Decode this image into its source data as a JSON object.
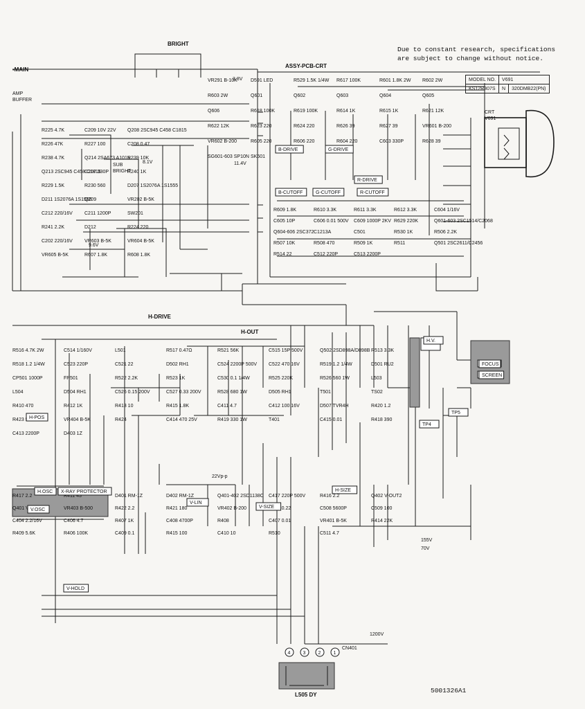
{
  "notice": [
    "Due to constant research, specifications",
    "are subject to change without notice."
  ],
  "model_table": {
    "header": [
      "MODEL NO.",
      "V691"
    ],
    "row": [
      "KS12R307S",
      "N",
      "320DMB22(PN)"
    ]
  },
  "section_labels": {
    "main": "-MAIN",
    "crt": "ASSY-PCB-CRT",
    "amp": [
      "AMP",
      "BUFFER"
    ],
    "h_drive": "H-DRIVE",
    "h_out": "H-OUT",
    "sub_bright": [
      "SUB",
      "BRIGHT"
    ],
    "bright_box": "BRIGHT",
    "crt_name": [
      "CRT",
      "V691"
    ],
    "diagram_code": "5001326A1"
  },
  "boxes": [
    "B-CUTOFF",
    "G-CUTOFF",
    "R-CUTOFF",
    "B-DRIVE",
    "G-DRIVE",
    "R-DRIVE",
    "V-POS",
    "V-LIN",
    "V-SIZE",
    "H-SIZE",
    "H-POS",
    "V-HOLD",
    "TP4",
    "TP5",
    "FOCUS",
    "SCREEN",
    "H.V.",
    "H.OSC",
    "X-RAY PROTECTOR",
    "V.OSC"
  ],
  "components": [
    "VR291 B-10K",
    "D591 LED",
    "R529 1.5K 1/4W",
    "R617 100K",
    "R601 1.8K 2W",
    "R602 2W",
    "R603 2W",
    "Q601",
    "Q602",
    "Q603",
    "Q604",
    "Q605",
    "Q606",
    "R618 100K",
    "R619 100K",
    "R614 1K",
    "R615 1K",
    "R621 12K",
    "R622 12K",
    "R623 220",
    "R624 220",
    "R626 39",
    "R627 39",
    "VR601 B-200",
    "VR602 B-200",
    "R605 220",
    "R606 220",
    "R604 220",
    "C603 330P",
    "R628 39",
    "SG601-603 SP10N",
    "SK601",
    "R225 4.7K",
    "C209 10V 22V",
    "Q208 2SC945 C458 C1815",
    "R226 47K",
    "R227 100",
    "C208 0.47",
    "R238 4.7K",
    "Q214 2SA673 A1015",
    "R239 10K",
    "Q213 2SC945 C458 C1815",
    "C207 330P",
    "R240 1K",
    "R229 1.5K",
    "R230 560",
    "D207 1S2076A 1S1555",
    "D211 1S2076A 1S1555",
    "Q209",
    "VR202 B-5K",
    "C212 220/16V",
    "C211 1200P",
    "SW201",
    "R241 2.2K",
    "D212",
    "R224 220",
    "C202 220/16V",
    "VR603 B-5K",
    "VR604 B-5K",
    "VR605 B-5K",
    "R607 1.8K",
    "R608 1.8K",
    "R609 1.8K",
    "R610 3.3K",
    "R611 3.3K",
    "R612 3.3K",
    "C604 1/16V",
    "C605 10P",
    "C606 0.01 500V",
    "C609 1000P 2KV",
    "R629 220K",
    "Q601-603 2SC1514/C2068",
    "Q604-606 2SC372",
    "C1213A",
    "C501",
    "R530 1K",
    "R506 2.2K",
    "R507 10K",
    "R508 470",
    "R509 1K",
    "R511",
    "Q501 2SC2611/C2456",
    "R514 22",
    "C512 220P",
    "C513 2200P",
    "R516 4.7K 2W",
    "C514 1/160V",
    "L501",
    "R517 0.47Ω",
    "R521 56K",
    "C515 15P 500V",
    "Q502 2SD898A/D898B",
    "R513 3.3K",
    "R518 1.2 1/4W",
    "C523 220P",
    "C521 22",
    "D502 RH1",
    "C524 2200P 500V",
    "C522 470 16V",
    "R519 1.2 1/4W",
    "D501 RU2",
    "CP501 1000P",
    "FP501",
    "R522 2.2K",
    "R523 1K",
    "C530 0.1 1/4W",
    "R525 220K",
    "R526 560 1W",
    "L503",
    "L504",
    "D504 RH1",
    "C526 0.15 200V",
    "C527 0.33 200V",
    "R528 680 1W",
    "D505 RH1",
    "T501",
    "TS02",
    "R410 470",
    "R412 1K",
    "R413 10",
    "R415 1.8K",
    "C411 4.7",
    "C412 100 16V",
    "D507 TVR4H",
    "R420 1.2",
    "R423 560 1W",
    "VR404 B-5K",
    "R424",
    "C414 470 25V",
    "R419 330 1W",
    "T401",
    "C415 0.01",
    "R418 390",
    "C413 2200P",
    "D403 1Z",
    "R417 2.2",
    "R411 43",
    "D401 RM-1Z",
    "D402 RM-1Z",
    "Q401-402 2SD1138C",
    "C417 220P 500V",
    "R416 2.2",
    "Q402 V-OUT2",
    "Q401 V-OUT1",
    "VR403 B-500",
    "R422 2.2",
    "R421 180",
    "VR402 B-200",
    "C505 0.22",
    "C508 5600P",
    "C509 100",
    "C404 2.2/16V",
    "C406 4.7",
    "R407 1K",
    "C408 4700P",
    "R408",
    "C407 0.01",
    "VR401 B-5K",
    "R414 22K",
    "R409 5.6K",
    "R406 100K",
    "C409 0.1",
    "R415 100",
    "C410 10",
    "R510",
    "C511 4.7"
  ],
  "connectors": [
    "CN401",
    "L505 DY"
  ],
  "connector_pins": [
    "4",
    "3",
    "2",
    "1"
  ],
  "voltages": [
    "155V",
    "70V",
    "1200V",
    "22Vp-p",
    "3.8V",
    "11.4V",
    "8.1V",
    "9.6V"
  ]
}
